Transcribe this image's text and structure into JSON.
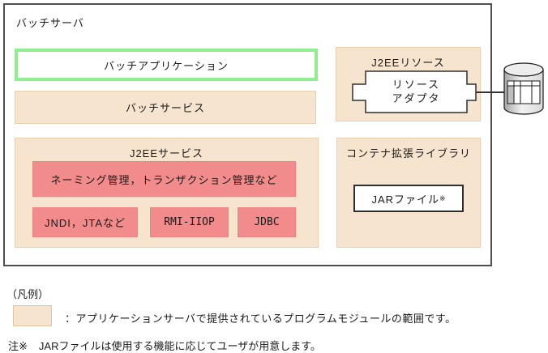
{
  "colors": {
    "module_fill": "#f6e4cf",
    "module_border": "#e7d0b0",
    "component_fill": "#f28c8c",
    "application_border": "#90ee90",
    "outer_border": "#4f4f4f"
  },
  "diagram": {
    "server_label": "バッチサーバ",
    "batch_application": "バッチアプリケーション",
    "batch_service": "バッチサービス",
    "j2ee_service": {
      "title": "J2EEサービス",
      "management_box": "ネーミング管理，トランザクション管理など",
      "jndi_box": "JNDI，JTAなど",
      "rmi_box": "RMI-IIOP",
      "jdbc_box": "JDBC"
    },
    "j2ee_resource": {
      "title": "J2EEリソース",
      "resource_adapter_line1": "リソース",
      "resource_adapter_line2": "アダプタ"
    },
    "container_extension_library": {
      "title": "コンテナ拡張ライブラリ",
      "jar_file": "JARファイル",
      "jar_note_mark": "※"
    },
    "database_icon": "database-cylinder"
  },
  "legend": {
    "heading": "（凡例）",
    "module_description": "：アプリケーションサーバで提供されているプログラムモジュールの範囲です。",
    "note_label": "注※",
    "note_text": "JARファイルは使用する機能に応じてユーザが用意します。"
  }
}
